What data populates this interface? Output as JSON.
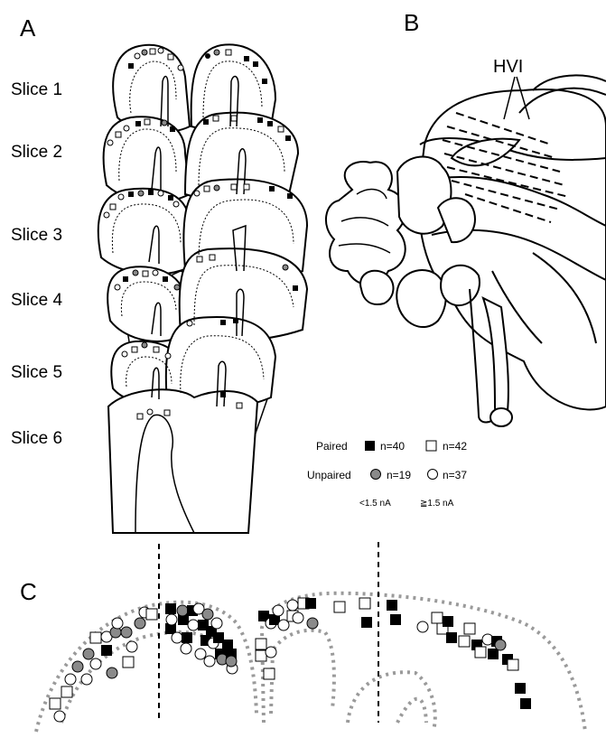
{
  "panels": {
    "a": "A",
    "b": "B",
    "c": "C"
  },
  "slices": [
    "Slice 1",
    "Slice 2",
    "Slice 3",
    "Slice 4",
    "Slice 5",
    "Slice 6"
  ],
  "hvi_label": "HVI",
  "legend": {
    "paired_label": "Paired",
    "paired_small_n": "n=40",
    "paired_large_n": "n=42",
    "unpaired_label": "Unpaired",
    "unpaired_small_n": "n=19",
    "unpaired_large_n": "n=37",
    "threshold_low": "<1.5 nA",
    "threshold_high": "≧1.5 nA"
  },
  "colors": {
    "ink": "#000000",
    "paper": "#ffffff",
    "unpaired_small_fill": "#8a8a8a",
    "stipple": "#9a9a9a"
  }
}
